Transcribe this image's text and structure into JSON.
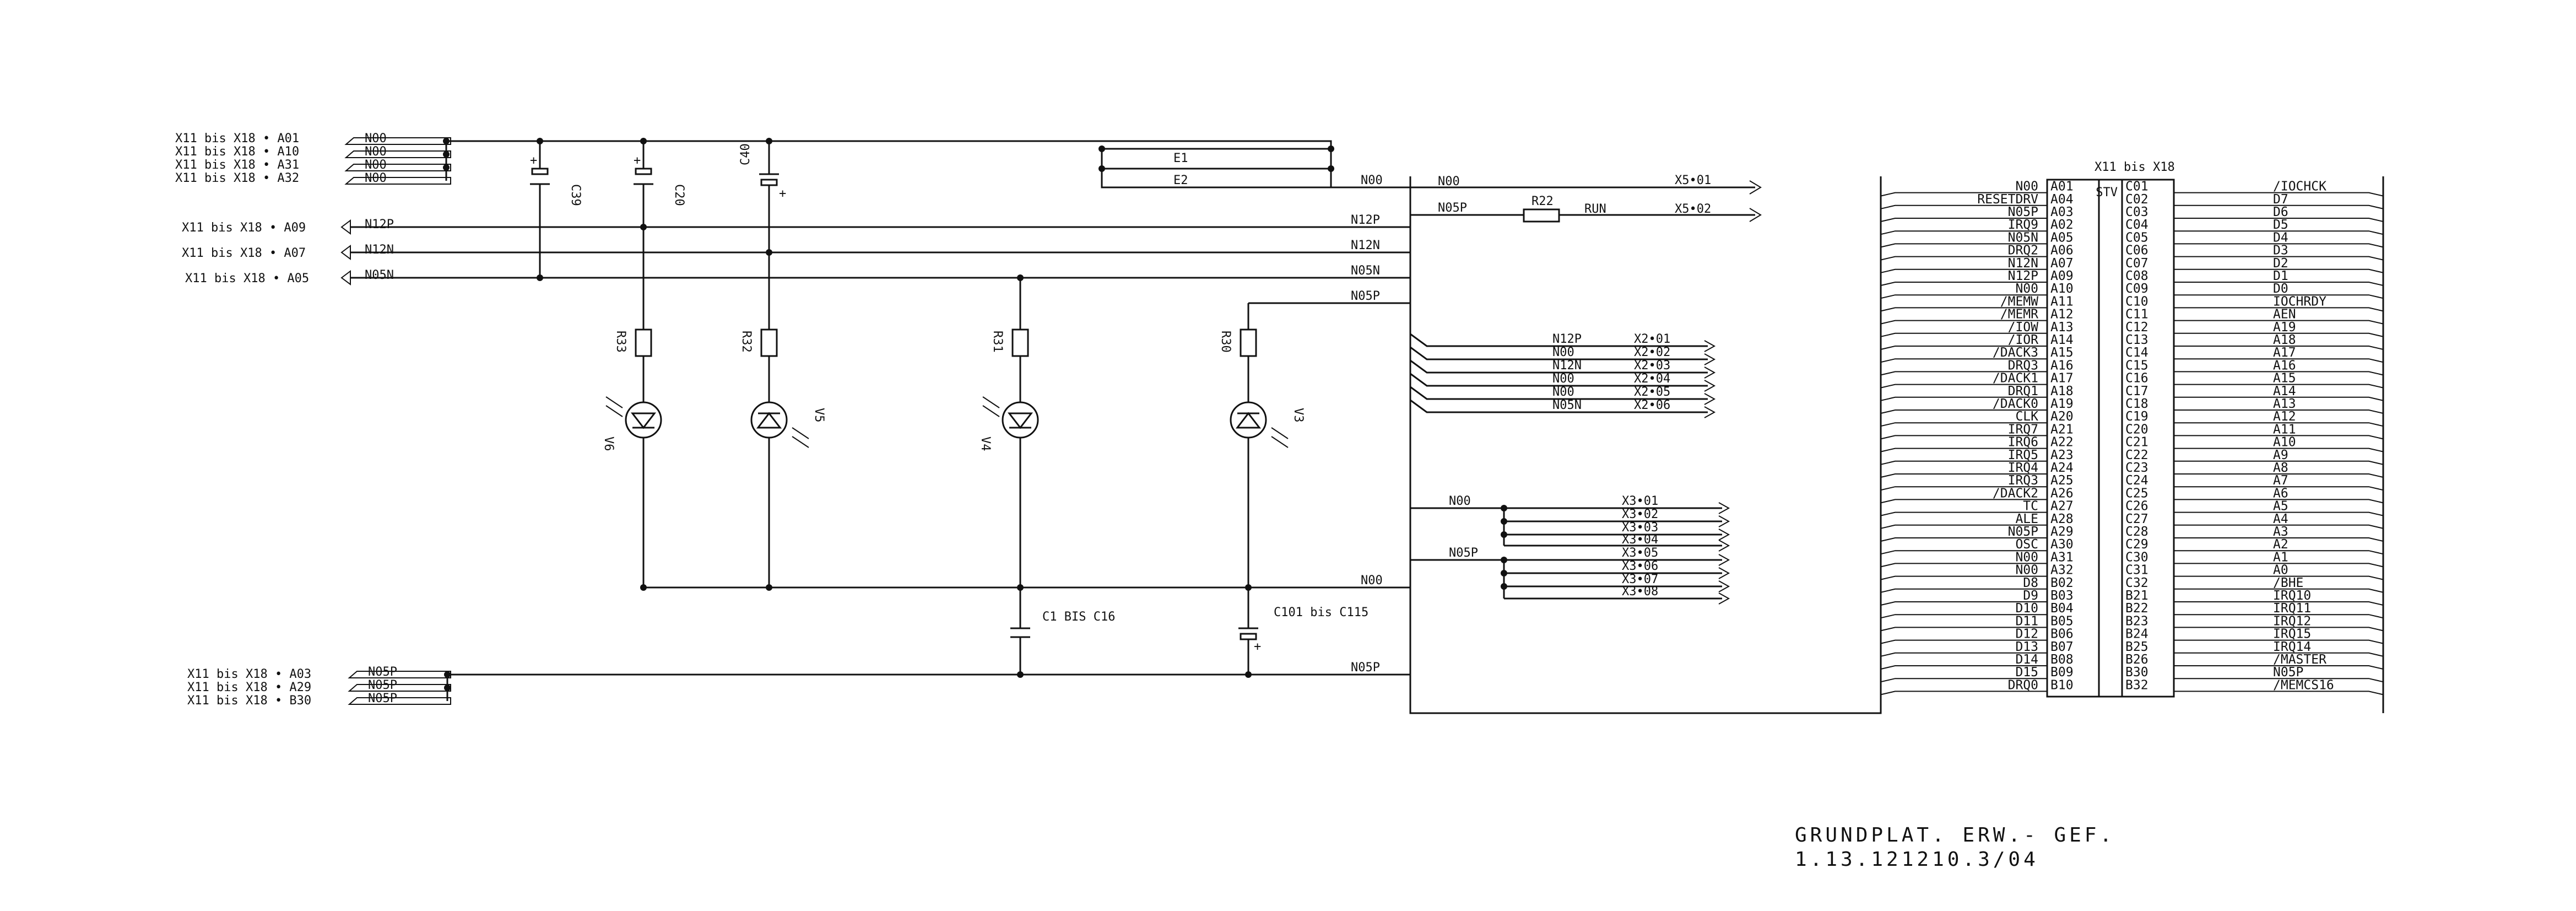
{
  "drawing": {
    "title_line1": "GRUNDPLAT. ERW.- GEF.",
    "title_line2": "1.13.121210.3/04"
  },
  "left_inputs": [
    {
      "ref": "X11 bis X18 • A01",
      "net": "N00"
    },
    {
      "ref": "X11 bis X18 • A10",
      "net": "N00"
    },
    {
      "ref": "X11 bis X18 • A31",
      "net": "N00"
    },
    {
      "ref": "X11 bis X18 • A32",
      "net": "N00"
    },
    {
      "ref": "X11 bis X18 • A09",
      "net": "N12P"
    },
    {
      "ref": "X11 bis X18 • A07",
      "net": "N12N"
    },
    {
      "ref": "X11 bis X18 • A05",
      "net": "N05N"
    },
    {
      "ref": "X11 bis X18 • A03",
      "net": "N05P"
    },
    {
      "ref": "X11 bis X18 • A29",
      "net": "N05P"
    },
    {
      "ref": "X11 bis X18 • B30",
      "net": "N05P"
    }
  ],
  "capacitors": [
    {
      "ref": "C39",
      "plus": "+"
    },
    {
      "ref": "C20",
      "plus": "+"
    },
    {
      "ref": "C40",
      "plus": "+"
    },
    {
      "ref": "C1 BIS C16",
      "plus": ""
    },
    {
      "ref": "C101 bis C115",
      "plus": "+"
    }
  ],
  "resistors": [
    "R33",
    "R32",
    "R31",
    "R30"
  ],
  "leds": [
    "V6",
    "V5",
    "V4",
    "V3"
  ],
  "jumpers": [
    "E1",
    "E2"
  ],
  "bus_labels": {
    "n00_top": "N00",
    "n12p": "N12P",
    "n12n": "N12N",
    "n05n": "N05N",
    "n05p": "N05P",
    "n00_bottom": "N00",
    "n05p_bottom": "N05P"
  },
  "x5": {
    "r22": "R22",
    "run": "RUN",
    "lines": [
      {
        "net": "N00",
        "pin": "X5•01"
      },
      {
        "net": "N05P",
        "pin": "X5•02"
      }
    ]
  },
  "x2": [
    {
      "net": "N12P",
      "pin": "X2•01"
    },
    {
      "net": "N00",
      "pin": "X2•02"
    },
    {
      "net": "N12N",
      "pin": "X2•03"
    },
    {
      "net": "N00",
      "pin": "X2•04"
    },
    {
      "net": "N00",
      "pin": "X2•05"
    },
    {
      "net": "N05N",
      "pin": "X2•06"
    }
  ],
  "x3": {
    "net_a": "N00",
    "net_b": "N05P",
    "pins": [
      "X3•01",
      "X3•02",
      "X3•03",
      "X3•04",
      "X3•05",
      "X3•06",
      "X3•07",
      "X3•08"
    ]
  },
  "connector": {
    "header": "X11 bis X18",
    "center_label": "STV",
    "left_signals": [
      "N00",
      "RESETDRV",
      "N05P",
      "IRQ9",
      "N05N",
      "DRQ2",
      "N12N",
      "N12P",
      "N00",
      "/MEMW",
      "/MEMR",
      "/IOW",
      "/IOR",
      "/DACK3",
      "DRQ3",
      "/DACK1",
      "DRQ1",
      "/DACK0",
      "CLK",
      "IRQ7",
      "IRQ6",
      "IRQ5",
      "IRQ4",
      "IRQ3",
      "/DACK2",
      "TC",
      "ALE",
      "N05P",
      "OSC",
      "N00",
      "N00",
      "D8",
      "D9",
      "D10",
      "D11",
      "D12",
      "D13",
      "D14",
      "D15",
      "DRQ0"
    ],
    "left_pins": [
      "A01",
      "A04",
      "A03",
      "A02",
      "A05",
      "A06",
      "A07",
      "A09",
      "A10",
      "A11",
      "A12",
      "A13",
      "A14",
      "A15",
      "A16",
      "A17",
      "A18",
      "A19",
      "A20",
      "A21",
      "A22",
      "A23",
      "A24",
      "A25",
      "A26",
      "A27",
      "A28",
      "A29",
      "A30",
      "A31",
      "A32",
      "B02",
      "B03",
      "B04",
      "B05",
      "B06",
      "B07",
      "B08",
      "B09",
      "B10"
    ],
    "right_pins": [
      "C01",
      "C02",
      "C03",
      "C04",
      "C05",
      "C06",
      "C07",
      "C08",
      "C09",
      "C10",
      "C11",
      "C12",
      "C13",
      "C14",
      "C15",
      "C16",
      "C17",
      "C18",
      "C19",
      "C20",
      "C21",
      "C22",
      "C23",
      "C24",
      "C25",
      "C26",
      "C27",
      "C28",
      "C29",
      "C30",
      "C31",
      "C32",
      "B21",
      "B22",
      "B23",
      "B24",
      "B25",
      "B26",
      "B30",
      "B32"
    ],
    "right_signals": [
      "/IOCHCK",
      "D7",
      "D6",
      "D5",
      "D4",
      "D3",
      "D2",
      "D1",
      "D0",
      "IOCHRDY",
      "AEN",
      "A19",
      "A18",
      "A17",
      "A16",
      "A15",
      "A14",
      "A13",
      "A12",
      "A11",
      "A10",
      "A9",
      "A8",
      "A7",
      "A6",
      "A5",
      "A4",
      "A3",
      "A2",
      "A1",
      "A0",
      "/BHE",
      "IRQ10",
      "IRQ11",
      "IRQ12",
      "IRQ15",
      "IRQ14",
      "/MASTER",
      "N05P",
      "/MEMCS16"
    ]
  }
}
